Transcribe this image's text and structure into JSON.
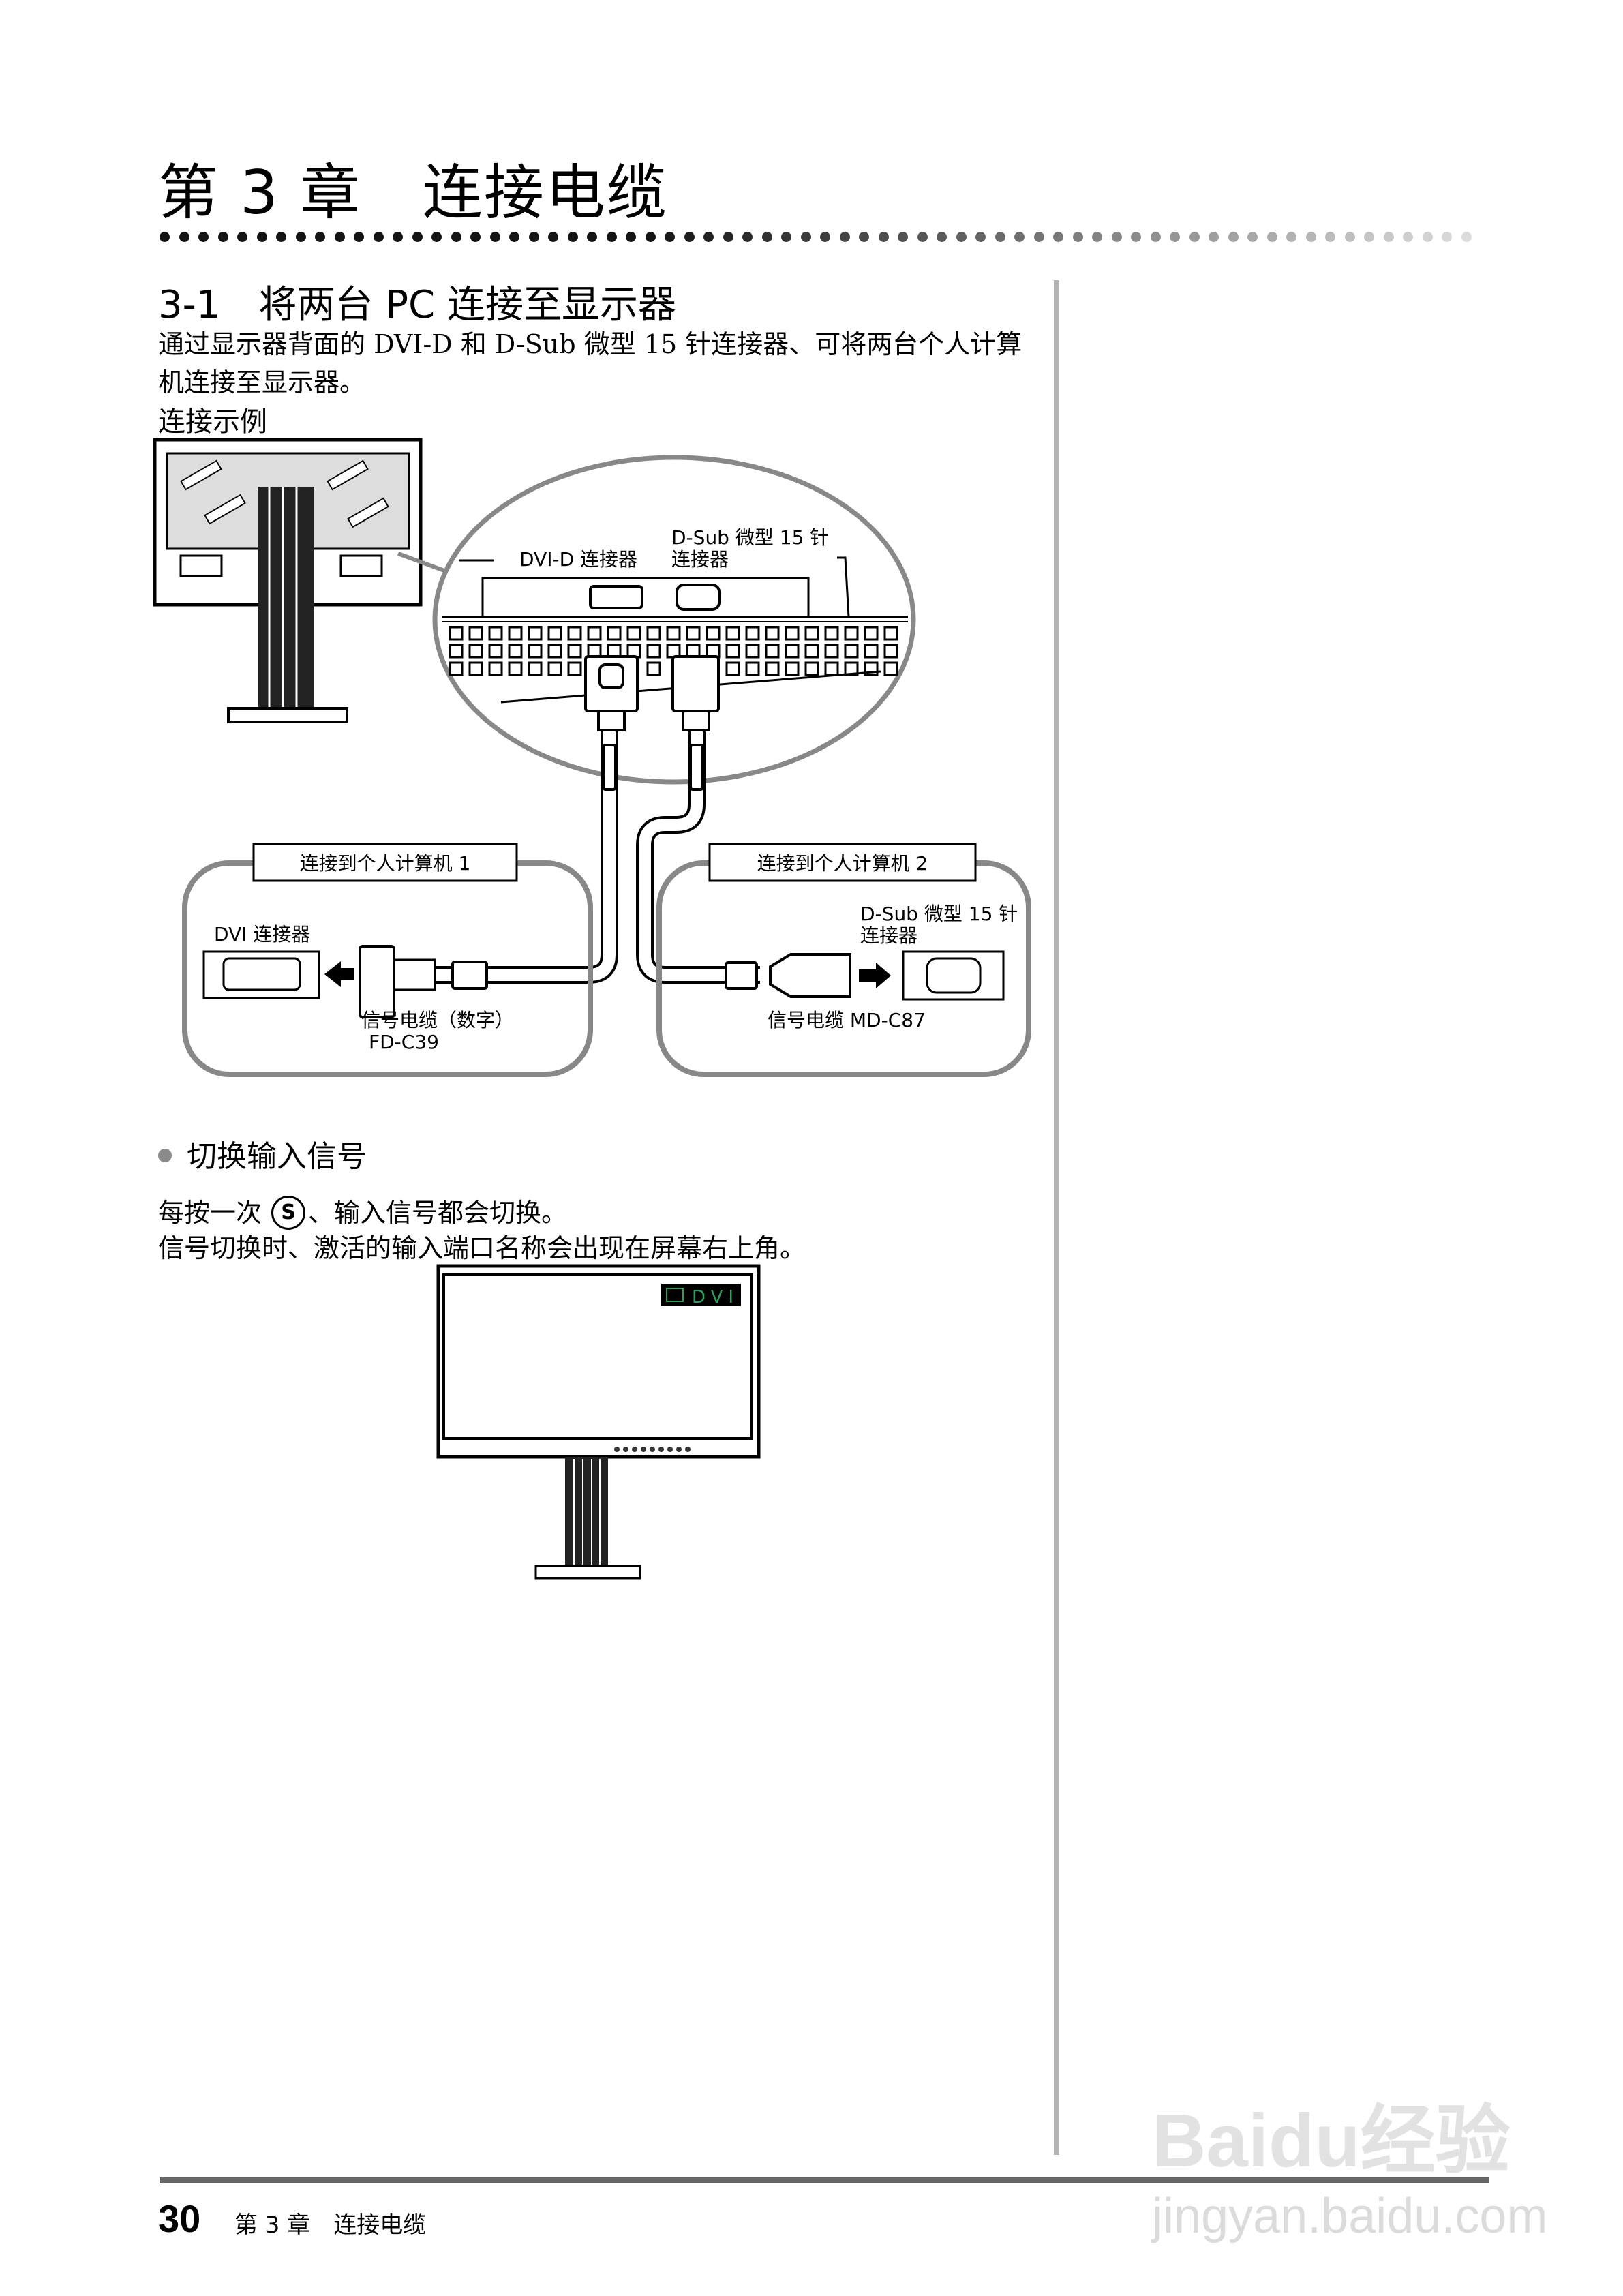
{
  "header": {
    "chapter_title": "第 3 章　连接电缆"
  },
  "section": {
    "title": "3-1　将两台 PC 连接至显示器",
    "paragraph_line1": "通过显示器背面的 DVI-D 和 D-Sub 微型 15 针连接器、可将两台个人计算",
    "paragraph_line2": "机连接至显示器。",
    "example_label": "连接示例"
  },
  "diagram": {
    "callout_dvi_label": "DVI-D 连接器",
    "callout_dsub_label_line1": "D-Sub 微型 15 针",
    "callout_dsub_label_line2": "连接器",
    "pc1": {
      "title": "连接到个人计算机 1",
      "connector_label": "DVI 连接器",
      "cable_label_line1": "信号电缆（数字）",
      "cable_label_line2": "FD-C39"
    },
    "pc2": {
      "title": "连接到个人计算机 2",
      "connector_label_line1": "D-Sub 微型 15 针",
      "connector_label_line2": "连接器",
      "cable_label": "信号电缆 MD-C87"
    },
    "box_stroke_color": "#888888"
  },
  "switch_input": {
    "heading": "切换输入信号",
    "line1_before": "每按一次",
    "button_glyph": "S",
    "line1_after": "、输入信号都会切换。",
    "line2": "信号切换时、激活的输入端口名称会出现在屏幕右上角。",
    "osd_label": "DVI",
    "osd_color": "#2e9e5b"
  },
  "footer": {
    "page_number": "30",
    "chapter": "第 3 章　连接电缆"
  },
  "watermark": {
    "brand": "Baidu经验",
    "url": "jingyan.baidu.com"
  }
}
